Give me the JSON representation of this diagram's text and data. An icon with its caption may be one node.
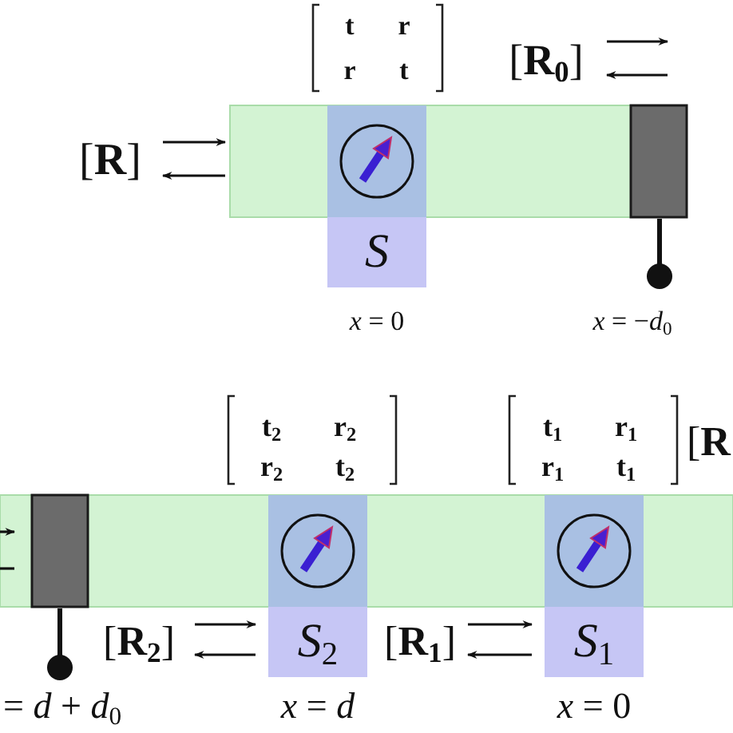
{
  "diagram": {
    "nodes": [
      {
        "text": [
          "S"
        ],
        "beside": [
          "*x* = 0"
        ]
      },
      {
        "text": [
          "S$_{2}$"
        ],
        "beside": [
          "*x* = *d*"
        ]
      },
      {
        "text": [
          "S$_{1}$"
        ],
        "beside": [
          "*x* = 0"
        ]
      }
    ],
    "labels": [
      "t",
      "r",
      "[**R**$_{0}$]",
      "r",
      "t",
      "[**R**]",
      "*x* = −*d*$_{0}$",
      "t$_{2}$",
      "r$_{2}$",
      "t$_{1}$",
      "r$_{1}$",
      "[**R**",
      "r$_{2}$",
      "t$_{2}$",
      "r$_{1}$",
      "t$_{1}$",
      "[**R**$_{2}$]",
      "[**R**$_{1}$]",
      "= *d* + *d*$_{0}$"
    ]
  }
}
